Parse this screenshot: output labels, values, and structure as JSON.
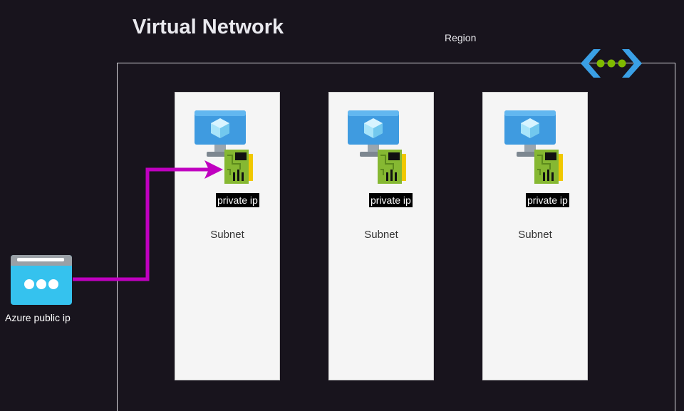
{
  "diagram": {
    "title": "Virtual Network",
    "region_label": "Region",
    "subnets": [
      {
        "label": "Subnet",
        "vm_icon": "virtual-machine-icon",
        "nic_icon": "network-interface-icon",
        "ip_label": "private ip"
      },
      {
        "label": "Subnet",
        "vm_icon": "virtual-machine-icon",
        "nic_icon": "network-interface-icon",
        "ip_label": "private ip"
      },
      {
        "label": "Subnet",
        "vm_icon": "virtual-machine-icon",
        "nic_icon": "network-interface-icon",
        "ip_label": "private ip"
      }
    ],
    "public_ip": {
      "label": "Azure public ip",
      "icon": "public-ip-icon"
    },
    "vnet_icon": "virtual-network-icon",
    "colors": {
      "background": "#18141d",
      "subnet_fill": "#f5f5f5",
      "connector": "#c000c0",
      "azure_blue": "#50b0e8",
      "nic_green": "#86b832",
      "vnet_dot_green": "#7fba00"
    }
  }
}
